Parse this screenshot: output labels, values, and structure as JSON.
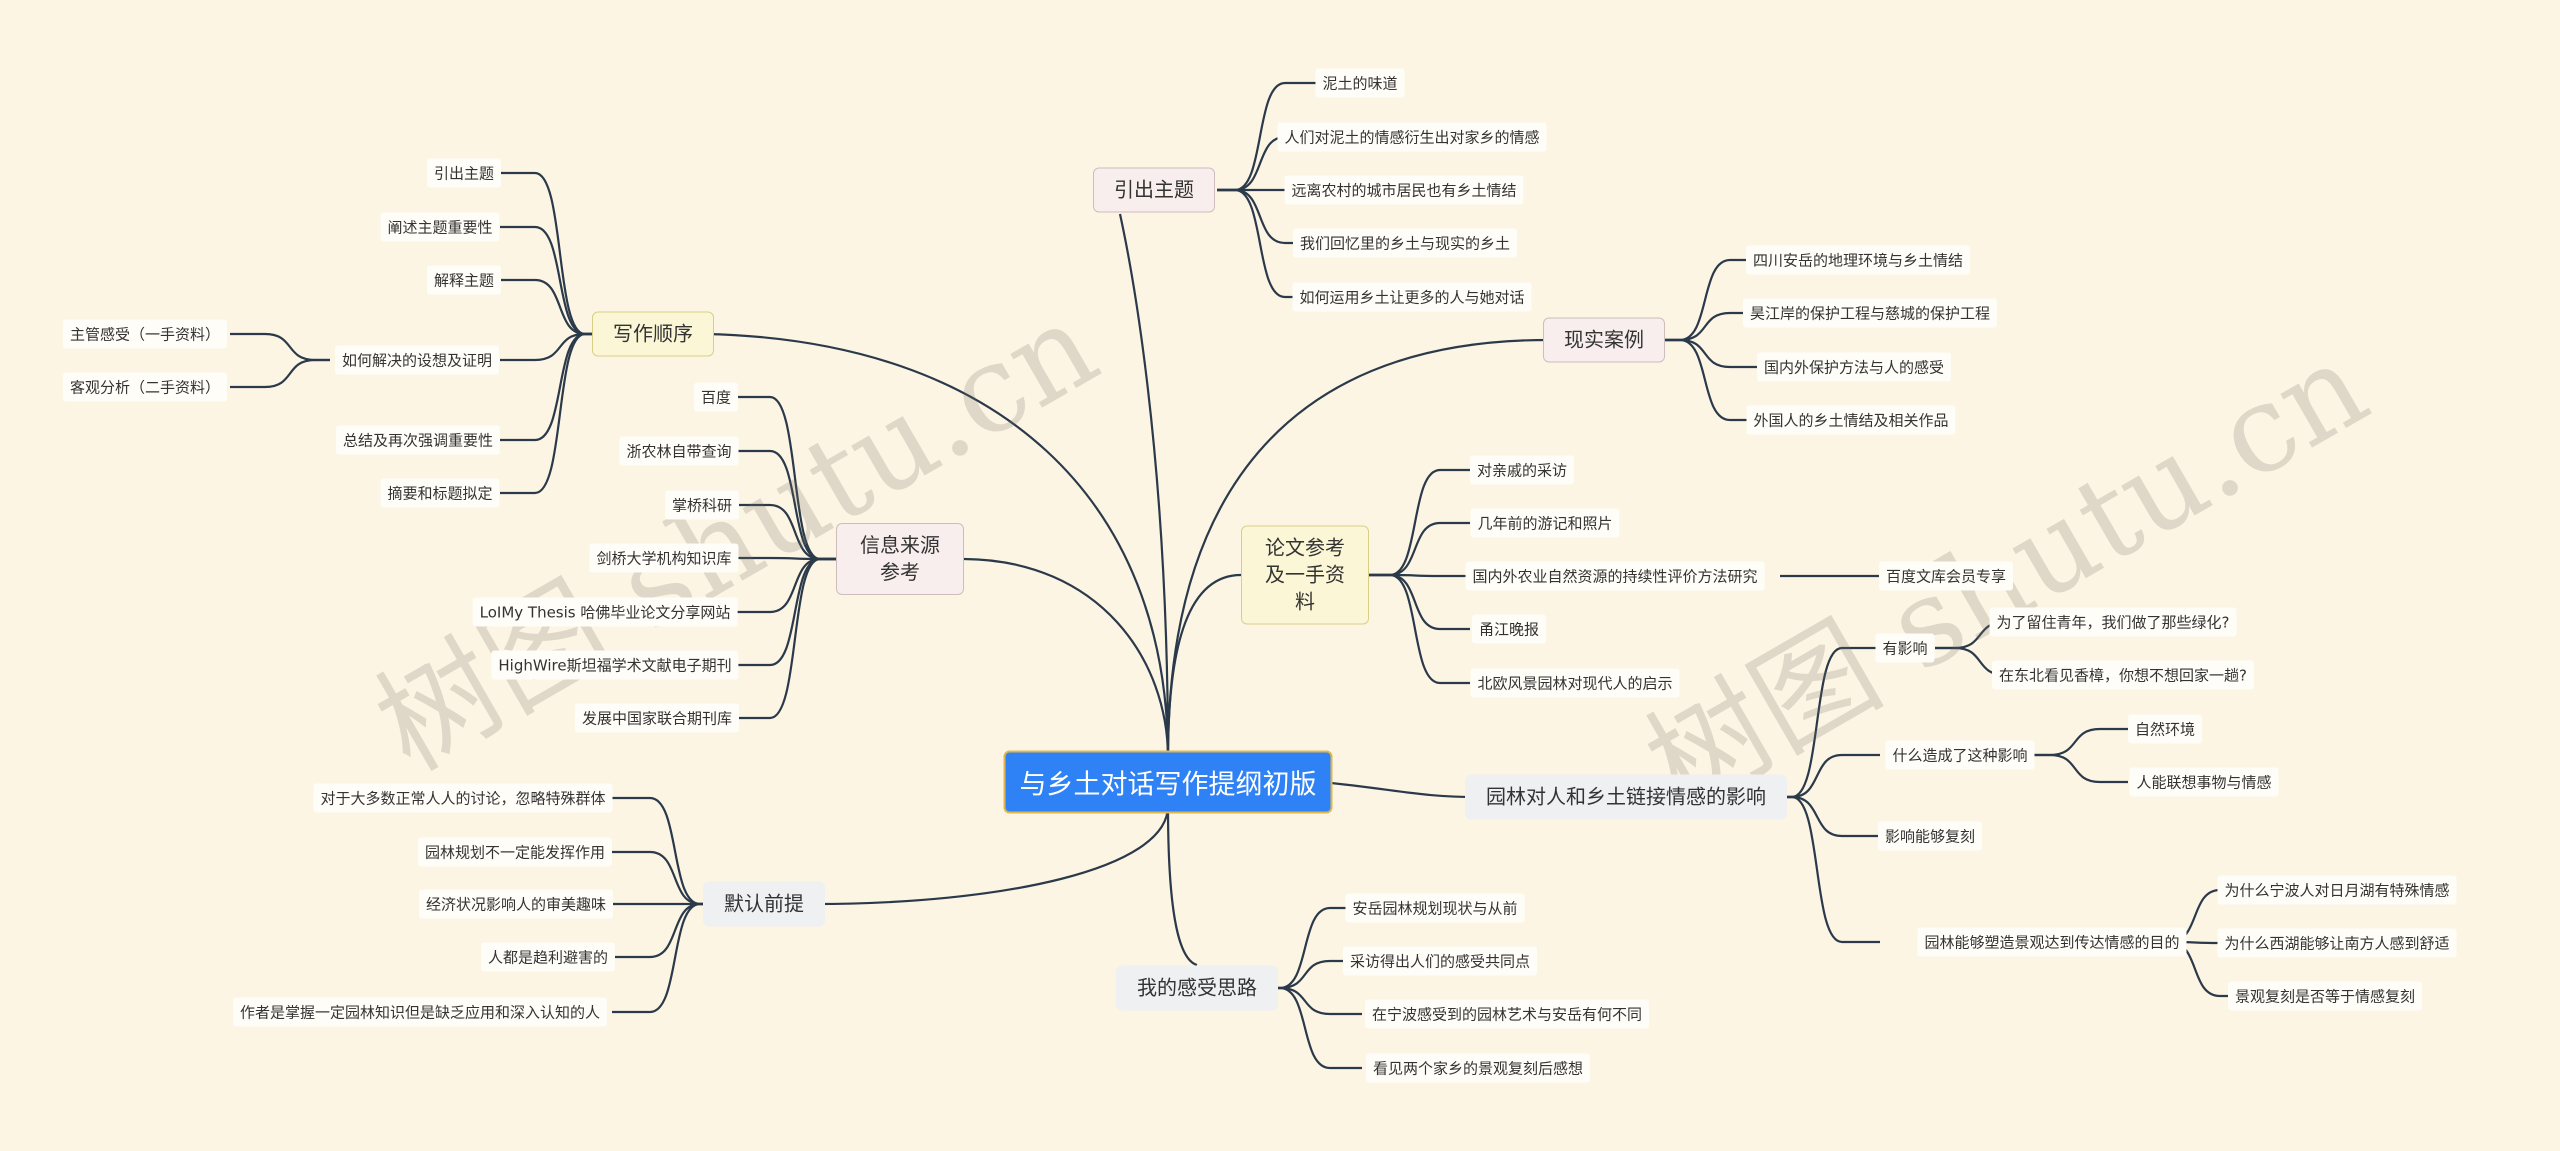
{
  "root": "与乡土对话写作提纲初版",
  "watermarks": [
    "树图 shutu.cn",
    "树图 shutu.cn"
  ],
  "branches": {
    "yinchu": {
      "label": "引出主题",
      "items": [
        "泥土的味道",
        "人们对泥土的情感衍生出对家乡的情感",
        "远离农村的城市居民也有乡土情结",
        "我们回忆里的乡土与现实的乡土",
        "如何运用乡土让更多的人与她对话"
      ]
    },
    "xianshi": {
      "label": "现实案例",
      "items": [
        "四川安岳的地理环境与乡土情结",
        "昊江岸的保护工程与慈城的保护工程",
        "国内外保护方法与人的感受",
        "外国人的乡土情结及相关作品"
      ]
    },
    "lunwen": {
      "label": "论文参考及一手资料",
      "items": [
        "对亲戚的采访",
        "几年前的游记和照片",
        "国内外农业自然资源的持续性评价方法研究",
        "甬江晚报",
        "北欧风景园林对现代人的启示"
      ],
      "sub": "百度文库会员专享"
    },
    "yuanlin": {
      "label": "园林对人和乡土链接情感的影响",
      "groups": [
        {
          "label": "有影响",
          "children": [
            "为了留住青年，我们做了那些绿化?",
            "在东北看见香樟，你想不想回家一趟?"
          ]
        },
        {
          "label": "什么造成了这种影响",
          "children": [
            "自然环境",
            "人能联想事物与情感"
          ]
        },
        {
          "label": "影响能够复刻",
          "children": []
        },
        {
          "label": "园林能够塑造景观达到传达情感的目的",
          "children": [
            "为什么宁波人对日月湖有特殊情感",
            "为什么西湖能够让南方人感到舒适",
            "景观复刻是否等于情感复刻"
          ]
        }
      ]
    },
    "ganshou": {
      "label": "我的感受思路",
      "items": [
        "安岳园林规划现状与从前",
        "采访得出人们的感受共同点",
        "在宁波感受到的园林艺术与安岳有何不同",
        "看见两个家乡的景观复刻后感想"
      ]
    },
    "moren": {
      "label": "默认前提",
      "items": [
        "对于大多数正常人人的讨论，忽略特殊群体",
        "园林规划不一定能发挥作用",
        "经济状况影响人的审美趣味",
        "人都是趋利避害的",
        "作者是掌握一定园林知识但是缺乏应用和深入认知的人"
      ]
    },
    "xinxi": {
      "label": "信息来源参考",
      "items": [
        "百度",
        "浙农林自带查询",
        "掌桥科研",
        "剑桥大学机构知识库",
        "LoIMy Thesis 哈佛毕业论文分享网站",
        "HighWire斯坦福学术文献电子期刊",
        "发展中国家联合期刊库"
      ]
    },
    "xiezuo": {
      "label": "写作顺序",
      "items": [
        "引出主题",
        "阐述主题重要性",
        "解释主题",
        "如何解决的设想及证明",
        "总结及再次强调重要性",
        "摘要和标题拟定"
      ],
      "sub": [
        "主管感受（一手资料）",
        "客观分析（二手资料）"
      ]
    }
  },
  "colors": {
    "background": "#fdf5e4",
    "root": "#2f82f5",
    "line": "#2b3a4a"
  }
}
